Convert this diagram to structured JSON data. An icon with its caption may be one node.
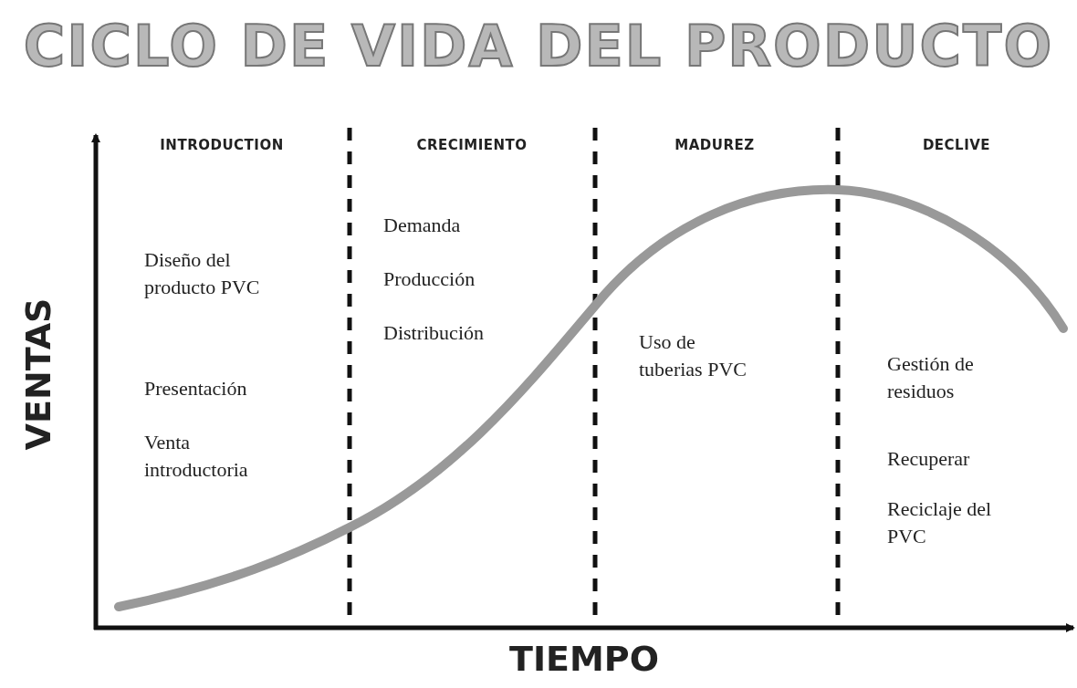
{
  "diagram": {
    "title": "CICLO DE VIDA DEL PRODUCTO",
    "labels": [
      "INTRODUCTION",
      "CRECIMIENTO",
      "MADUREZ",
      "DECLIVE",
      "Diseño del producto PVC",
      "Presentación",
      "Venta introductoria",
      "Demanda",
      "Producción",
      "Distribución",
      "Uso de tuberias PVC",
      "Gestión de residuos",
      "Recuperar",
      "Reciclaje del PVC",
      "VENTAS",
      "TIEMPO"
    ]
  }
}
